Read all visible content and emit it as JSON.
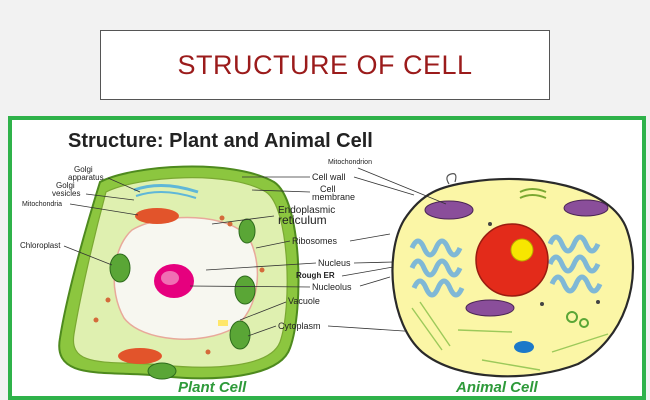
{
  "title_box": {
    "text": "STRUCTURE OF CELL"
  },
  "figure": {
    "heading": "Structure: Plant and Animal Cell",
    "plant_caption": "Plant Cell",
    "animal_caption": "Animal Cell",
    "plant_left_labels": {
      "golgi_apparatus_1": "Golgi",
      "golgi_apparatus_2": "apparatus",
      "golgi_vesicles_1": "Golgi",
      "golgi_vesicles_2": "vesicles",
      "mitochondria": "Mitochondria",
      "chloroplast": "Chloroplast"
    },
    "center_labels": {
      "cell_wall": "Cell wall",
      "cell_membrane_1": "Cell",
      "cell_membrane_2": "membrane",
      "er_1": "Endoplasmic",
      "er_2": "reticulum",
      "ribosomes": "Ribosomes",
      "nucleus": "Nucleus",
      "rough_er": "Rough ER",
      "nucleolus": "Nucleolus",
      "vacuole": "Vacuole",
      "cytoplasm": "Cytoplasm"
    },
    "animal_labels": {
      "mitochondrion": "Mitochondrion"
    }
  },
  "colors": {
    "title_text": "#9b1b1b",
    "frame_border": "#2fb24a",
    "caption_text": "#2e9a3a",
    "plant_wall": "#8cc63f",
    "plant_cytoplasm": "#dff0b0",
    "vacuole": "#f7f7f0",
    "plant_nucleus": "#e6007e",
    "animal_cytoplasm": "#fbf6a6",
    "animal_nucleus": "#e32b1a",
    "nucleolus": "#f7e600",
    "rough_er": "#7fb8d6",
    "mitochondrion": "#8a4e9a"
  }
}
